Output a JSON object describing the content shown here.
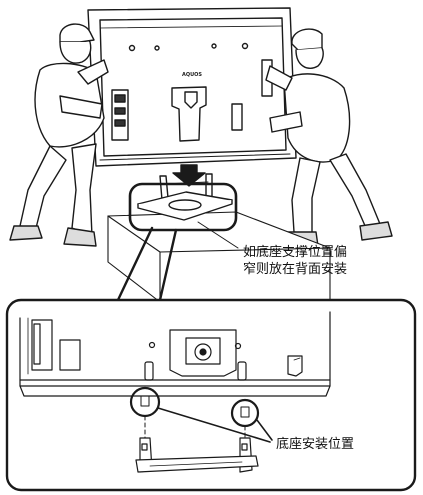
{
  "tv_brand": "AQUOS",
  "callouts": {
    "top": {
      "line1": "如底座支撑位置偏",
      "line2": "窄则放在背面安装"
    },
    "bottom": "底座安装位置"
  }
}
